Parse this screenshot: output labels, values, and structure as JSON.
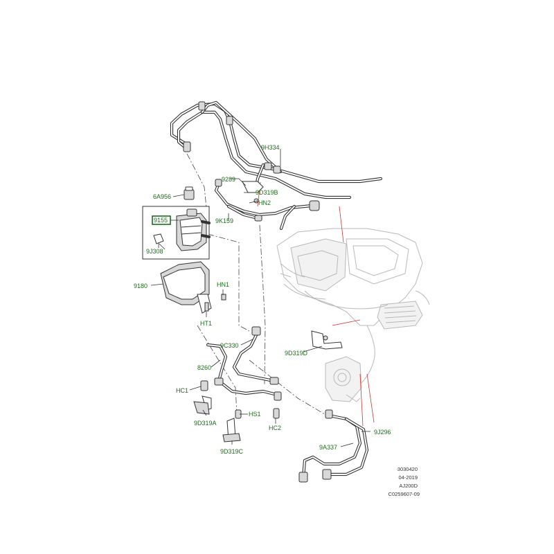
{
  "callouts": {
    "c9H334": "9H334",
    "c9289": "9289",
    "c9D319B": "9D319B",
    "cHN2": "HN2",
    "c6A956": "6A956",
    "c9155": "9155",
    "c9K159": "9K159",
    "c9J308": "9J308",
    "c9180": "9180",
    "cHN1": "HN1",
    "cHT1": "HT1",
    "c9C330": "9C330",
    "c9D319D": "9D319D",
    "c8260": "8260",
    "cHC1": "HC1",
    "c9D319A": "9D319A",
    "cHS1": "HS1",
    "cHC2": "HC2",
    "c9D319C": "9D319C",
    "c9A337": "9A337",
    "c9J296": "9J296"
  },
  "reference_block": {
    "line1": "3030420",
    "line2": "04-2019",
    "line3": "AJ200D",
    "line4": "C0259607-09"
  },
  "colors": {
    "callout_text": "#1e6b1e",
    "highlight_box": "#1e6b1e",
    "reference_line": "#cc3333",
    "line_art": "#333333",
    "ghost_engine": "#b8b8b8"
  }
}
